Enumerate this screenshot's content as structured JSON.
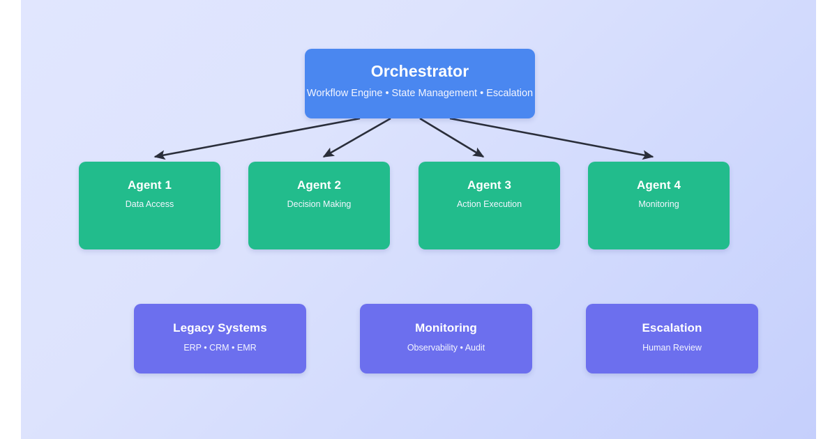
{
  "canvas": {
    "gradient_from": "#e1e6fe",
    "gradient_to": "#c5cffc"
  },
  "palette": {
    "orchestrator": "#4a87f0",
    "agent": "#22bc8c",
    "support": "#6c6fee",
    "connector": "#2a2e3a"
  },
  "diagram": {
    "orchestrator": {
      "title": "Orchestrator",
      "subtitle": "Workflow Engine • State Management • Escalation"
    },
    "agents": [
      {
        "title": "Agent 1",
        "subtitle": "Data Access"
      },
      {
        "title": "Agent 2",
        "subtitle": "Decision Making"
      },
      {
        "title": "Agent 3",
        "subtitle": "Action Execution"
      },
      {
        "title": "Agent 4",
        "subtitle": "Monitoring"
      }
    ],
    "support": [
      {
        "title": "Legacy Systems",
        "subtitle": "ERP • CRM • EMR"
      },
      {
        "title": "Monitoring",
        "subtitle": "Observability • Audit"
      },
      {
        "title": "Escalation",
        "subtitle": "Human Review"
      }
    ],
    "connectors": [
      {
        "from": "Orchestrator",
        "to": "Agent 1"
      },
      {
        "from": "Orchestrator",
        "to": "Agent 2"
      },
      {
        "from": "Orchestrator",
        "to": "Agent 3"
      },
      {
        "from": "Orchestrator",
        "to": "Agent 4"
      }
    ]
  }
}
